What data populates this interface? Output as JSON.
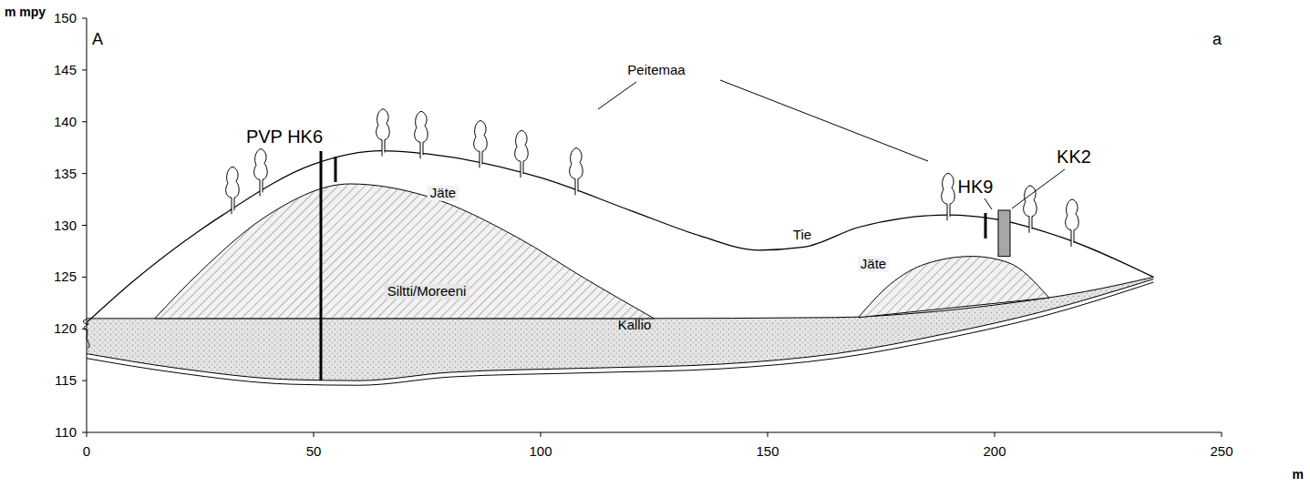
{
  "diagram": {
    "labels": [
      "m mpy",
      "150",
      "145",
      "140",
      "135",
      "130",
      "125",
      "120",
      "115",
      "110",
      "0",
      "50",
      "100",
      "150",
      "200",
      "250",
      "m",
      "A",
      "a",
      "PVP HK6",
      "HK9",
      "KK2",
      "Peitemaa",
      "Tie",
      "Jäte",
      "Jäte",
      "Siltti/Moreeni",
      "Kallio"
    ]
  }
}
